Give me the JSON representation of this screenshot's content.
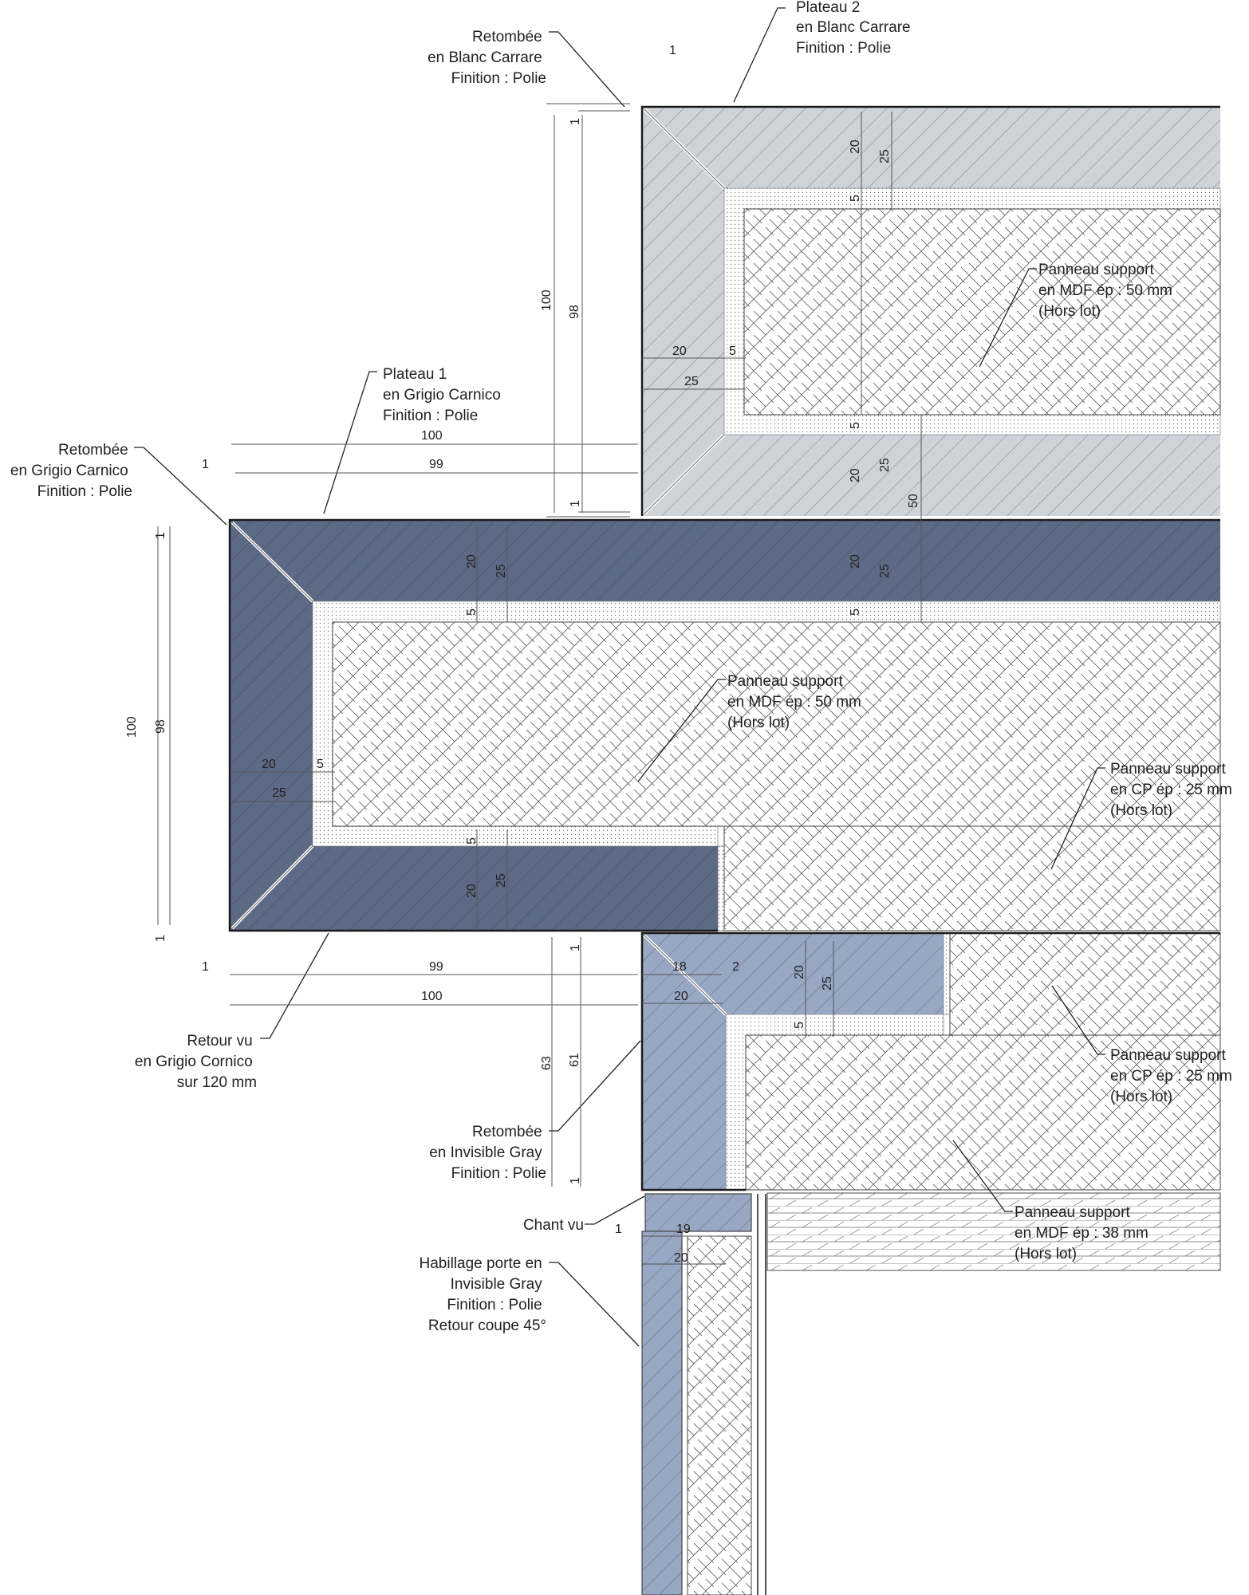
{
  "colors": {
    "blanc_carrare": "#cfd2d9",
    "grigio_carnico": "#5d6a86",
    "invisible_gray": "#98a8c4",
    "mdf_fill": "#ffffff",
    "hatch": "#555555",
    "outline": "#1b1b1b"
  },
  "labels": {
    "retombee_blanc": [
      "Retombée",
      "en Blanc Carrare",
      "Finition : Polie"
    ],
    "plateau2": [
      "Plateau 2",
      "en Blanc Carrare",
      "Finition : Polie"
    ],
    "plateau1": [
      "Plateau 1",
      "en Grigio Carnico",
      "Finition : Polie"
    ],
    "retombee_grigio": [
      "Retombée",
      "en Grigio Carnico",
      "Finition : Polie"
    ],
    "mdf50_top": [
      "Panneau support",
      "en MDF ép : 50 mm",
      "(Hors lot)"
    ],
    "mdf50_mid": [
      "Panneau support",
      "en MDF ép : 50 mm",
      "(Hors lot)"
    ],
    "cp25_a": [
      "Panneau support",
      "en CP ép : 25 mm",
      "(Hors lot)"
    ],
    "cp25_b": [
      "Panneau support",
      "en CP ép : 25 mm",
      "(Hors lot)"
    ],
    "mdf38": [
      "Panneau support",
      "en MDF ép : 38 mm",
      "(Hors lot)"
    ],
    "retour_vu": [
      "Retour vu",
      "en Grigio Cornico",
      "sur 120 mm"
    ],
    "retombee_invisible": [
      "Retombée",
      "en Invisible Gray",
      "Finition : Polie"
    ],
    "chant_vu": [
      "Chant vu"
    ],
    "habillage": [
      "Habillage porte en",
      "Invisible Gray",
      "Finition : Polie",
      "Retour coupe 45°"
    ]
  },
  "dimensions": {
    "top_gap": "1",
    "top_height_outer": "100",
    "top_height_inner": "98",
    "top_hatch_upper": "20",
    "top_total_upper": "25",
    "top_glue_upper": "5",
    "top_left_20": "20",
    "top_left_5": "5",
    "top_left_25": "25",
    "top_glue_lower": "5",
    "top_hatch_lower": "20",
    "top_total_lower": "25",
    "top_50": "50",
    "top_bottom_1": "1",
    "top_top_1": "1",
    "p1_width_100": "100",
    "p1_width_99": "99",
    "p1_gap_1": "1",
    "mid_height_outer": "100",
    "mid_height_inner": "98",
    "mid_top_1": "1",
    "mid_bottom_1": "1",
    "mid_hatch_upper": "20",
    "mid_total_upper": "25",
    "mid_glue_upper": "5",
    "mid_hatch_upper_r": "20",
    "mid_total_upper_r": "25",
    "mid_glue_upper_r": "5",
    "mid_left_20": "20",
    "mid_left_5": "5",
    "mid_left_25": "25",
    "mid_glue_lower": "5",
    "mid_hatch_lower": "20",
    "mid_total_lower": "25",
    "bot_width_99": "99",
    "bot_width_100": "100",
    "bot_gap_1": "1",
    "inv_18": "18",
    "inv_2": "2",
    "inv_20_h": "20",
    "inv_20_v": "20",
    "inv_25": "25",
    "inv_5": "5",
    "inv_top_1": "1",
    "inv_height_63": "63",
    "inv_height_61": "61",
    "inv_bottom_1": "1",
    "door_1": "1",
    "door_19": "19",
    "door_20": "20"
  }
}
